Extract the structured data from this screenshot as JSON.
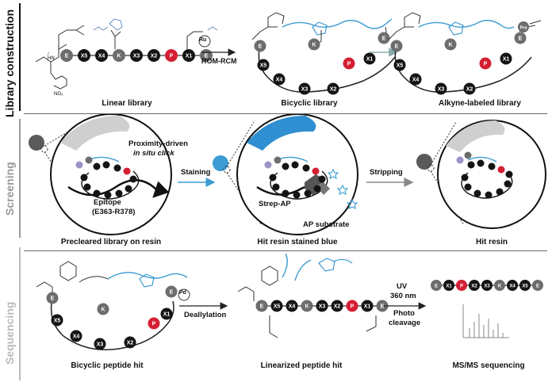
{
  "sections": {
    "library": "Library construction",
    "screening": "Screening",
    "sequencing": "Sequencing"
  },
  "colors": {
    "glu": "#6d6d6d",
    "black": "#141414",
    "red": "#d41f33",
    "blue": "#3c9bd2",
    "gray_section": "#999999",
    "lavender": "#9a93c8"
  },
  "library": {
    "caption_linear": "Linear library",
    "caption_bicyclic": "Bicyclic library",
    "caption_alkyne": "Alkyne-labeled library",
    "reaction": "ROM-RCM",
    "catalyst": "Ru",
    "linear_residues": [
      "E",
      "X5",
      "X4",
      "K",
      "X3",
      "X2",
      "P",
      "X1",
      "E"
    ],
    "pra": "Pra"
  },
  "screening": {
    "caption_precleared": "Precleared library on resin",
    "caption_hit_blue": "Hit resin stained blue",
    "caption_hit": "Hit resin",
    "proximity_line1": "Proximity-driven",
    "proximity_line2": "in situ click",
    "epitope_line1": "Epitope",
    "epitope_line2": "(E363-R378)",
    "staining": "Staining",
    "stripping": "Stripping",
    "strep_ap": "Strep-AP",
    "ap_substrate": "AP substrate"
  },
  "sequencing": {
    "caption_bicyclic_hit": "Bicyclic peptide hit",
    "caption_linearized": "Linearized peptide hit",
    "caption_msms": "MS/MS sequencing",
    "deallylation": "Deallylation",
    "catalyst": "Pd",
    "uv_line1": "UV",
    "uv_line2": "360 nm",
    "photo_line1": "Photo",
    "photo_line2": "cleavage",
    "linear_residues": [
      "E",
      "X5",
      "X4",
      "K",
      "X3",
      "X2",
      "P",
      "X1",
      "E"
    ],
    "ms_residues": [
      "E",
      "X1",
      "P",
      "X2",
      "X3",
      "K",
      "X4",
      "X5",
      "E"
    ]
  }
}
